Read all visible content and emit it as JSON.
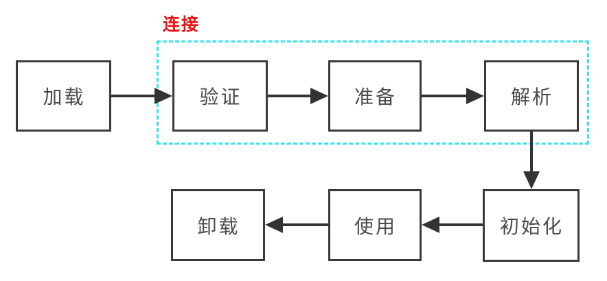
{
  "diagram": {
    "title_note": "class lifecycle flowchart",
    "group": {
      "label": "连接",
      "contains": [
        "验证",
        "准备",
        "解析"
      ]
    },
    "nodes": [
      {
        "id": "load",
        "label": "加载"
      },
      {
        "id": "verify",
        "label": "验证"
      },
      {
        "id": "prepare",
        "label": "准备"
      },
      {
        "id": "resolve",
        "label": "解析"
      },
      {
        "id": "initialize",
        "label": "初始化"
      },
      {
        "id": "use",
        "label": "使用"
      },
      {
        "id": "unload",
        "label": "卸载"
      }
    ],
    "edges": [
      {
        "from": "load",
        "to": "verify",
        "direction": "right"
      },
      {
        "from": "verify",
        "to": "prepare",
        "direction": "right"
      },
      {
        "from": "prepare",
        "to": "resolve",
        "direction": "right"
      },
      {
        "from": "resolve",
        "to": "initialize",
        "direction": "down"
      },
      {
        "from": "initialize",
        "to": "use",
        "direction": "left"
      },
      {
        "from": "use",
        "to": "unload",
        "direction": "left"
      }
    ],
    "colors": {
      "background": "#ffffff",
      "box_border": "#3a3a3a",
      "text": "#4a4a4a",
      "arrow": "#333333",
      "group_border": "#36e3f0",
      "group_label_color": "#ed1111"
    }
  }
}
